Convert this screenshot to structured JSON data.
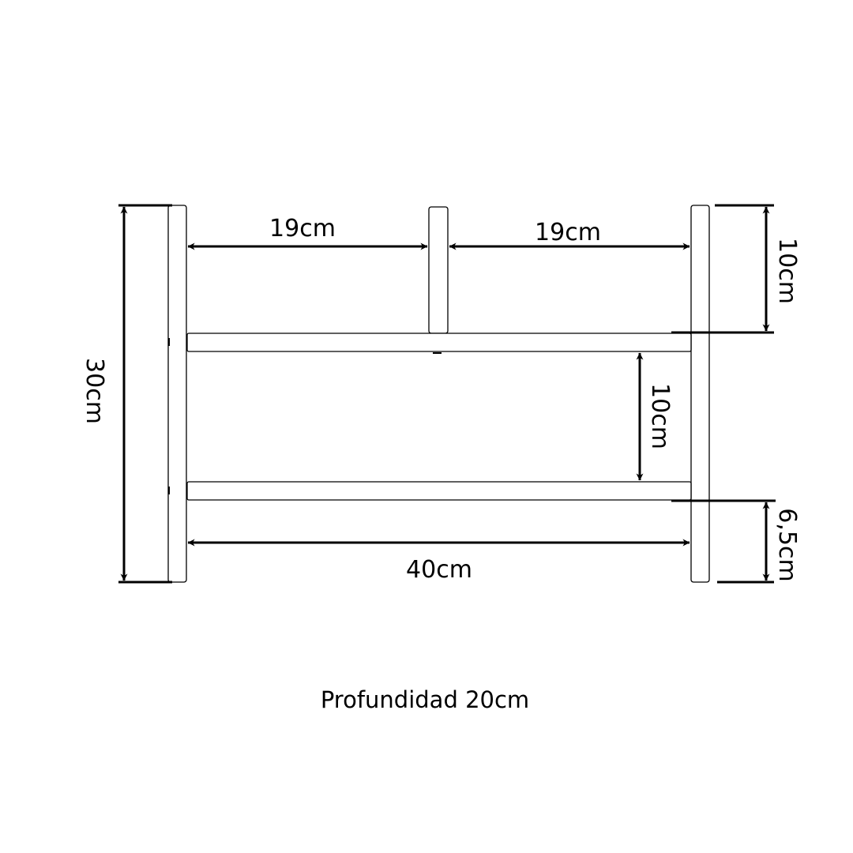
{
  "diagram": {
    "labels": {
      "height_total": "30cm",
      "gap_left": "19cm",
      "gap_right": "19cm",
      "top_section": "10cm",
      "shelf_spacing": "10cm",
      "bottom_offset": "6,5cm",
      "width_inner": "40cm"
    },
    "caption": "Profundidad 20cm",
    "colors": {
      "line": "#000000",
      "background": "#ffffff"
    }
  }
}
